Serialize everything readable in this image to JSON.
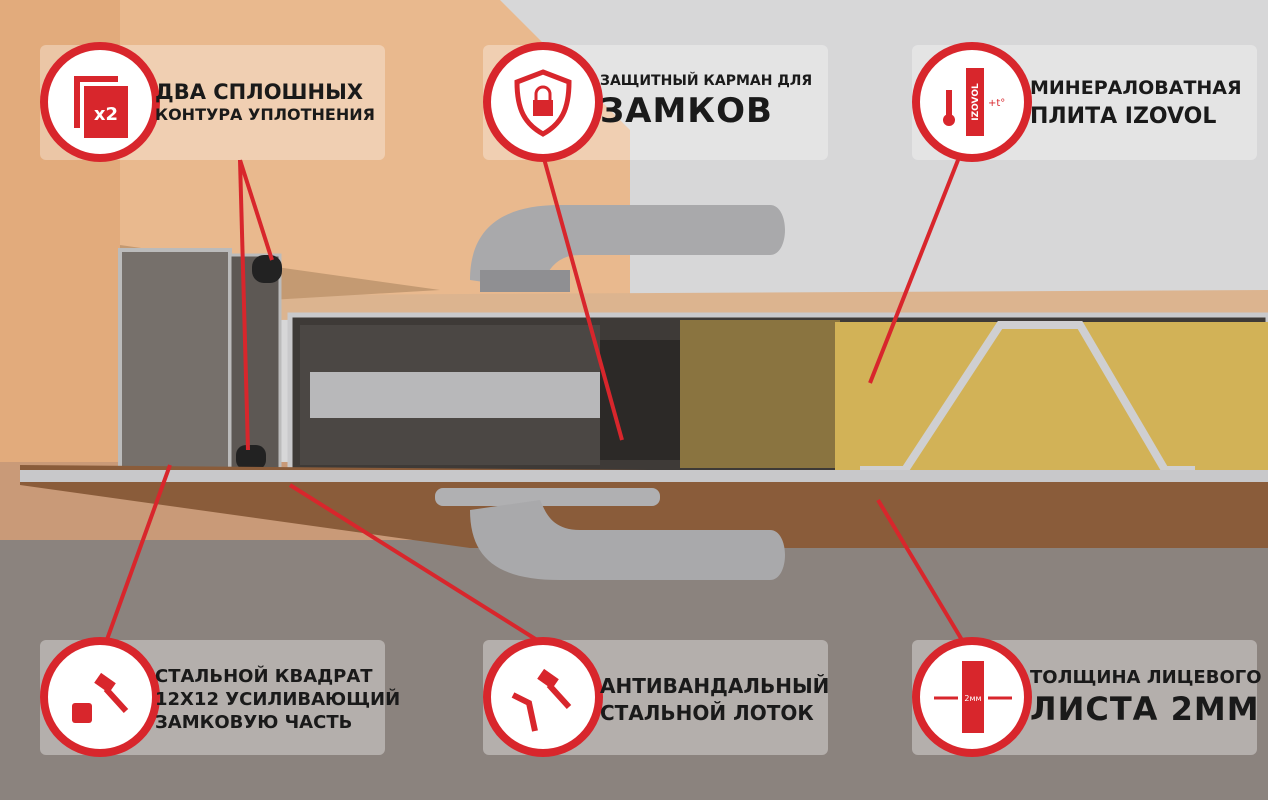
{
  "colors": {
    "accent": "#d8262c",
    "wall_warm": "#e9b98e",
    "wall_grey": "#d7d7d8",
    "floor": "#8b837e",
    "wool": "#d2b257"
  },
  "callouts": [
    {
      "icon": "double-seal-icon",
      "icon_text": "x2",
      "line1": "ДВА СПЛОШНЫХ",
      "line2": "КОНТУРА УПЛОТНЕНИЯ"
    },
    {
      "icon": "shield-lock-icon",
      "line1": "ЗАЩИТНЫЙ КАРМАН ДЛЯ",
      "line2": "ЗАМКОВ"
    },
    {
      "icon": "thermometer-insulation-icon",
      "icon_text": "IZOVOL",
      "icon_text2": "+t°",
      "line1": "МИНЕРАЛОВАТНАЯ",
      "line2": "ПЛИТА IZOVOL"
    },
    {
      "icon": "hammer-square-icon",
      "line1": "СТАЛЬНОЙ КВАДРАТ",
      "line2": "12х12 УСИЛИВАЮЩИЙ",
      "line3": "ЗАМКОВУЮ ЧАСТЬ"
    },
    {
      "icon": "hammer-bent-plate-icon",
      "line1": "АНТИВАНДАЛЬНЫЙ",
      "line2": "СТАЛЬНОЙ ЛОТОК"
    },
    {
      "icon": "sheet-thickness-icon",
      "icon_text": "2мм",
      "line1": "ТОЛЩИНА ЛИЦЕВОГО",
      "line2": "ЛИСТА 2ММ"
    }
  ]
}
